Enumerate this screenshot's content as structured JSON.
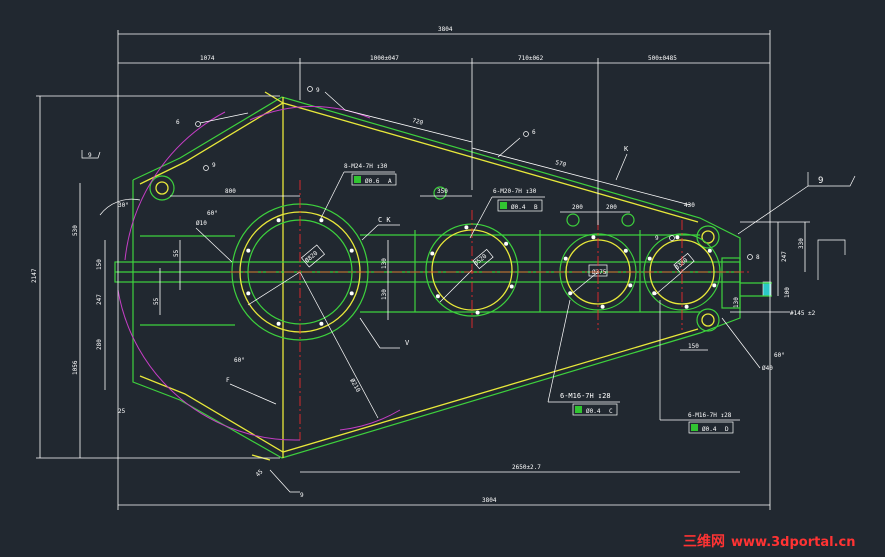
{
  "dims": {
    "overall_width_top": "3804",
    "overall_width_bottom": "3804",
    "seg_1074": "1074",
    "seg_1000": "1000±047",
    "seg_710": "710±062",
    "seg_500": "500±0485",
    "overall_height": "2147",
    "h_530": "530",
    "h_150": "150",
    "h_247": "247",
    "h_280": "280",
    "h_1056": "1056",
    "h_25": "25",
    "w_55a": "55",
    "w_55b": "55",
    "w_800": "800",
    "w_350": "350",
    "w_200a": "200",
    "w_200b": "200",
    "w_130a": "130",
    "w_130b": "130",
    "w_150": "150",
    "w_2650": "2650±2.7",
    "r_247": "247",
    "r_330": "330",
    "r_100": "100",
    "r_130": "130",
    "r_45": "45",
    "slope_720": "720",
    "slope_570": "570",
    "slope_430": "430",
    "ang_30": "30°",
    "label_k": "K",
    "bottom_145": "#145 ±2"
  },
  "bores": {
    "b1": "Ø820",
    "b2": "Ø520",
    "b3": "Ø375",
    "b4": "Ø380",
    "r_bottom": "Ø210"
  },
  "callouts": {
    "c1": "8-M24-7H ↧30",
    "c1_tol": "Ø0.6",
    "c1_ref": "A",
    "c2": "6-M20-7H ↧30",
    "c2_tol": "Ø0.4",
    "c2_ref": "B",
    "c3": "6-M16-7H ↧28",
    "c3_tol": "Ø0.4",
    "c3_ref": "C",
    "c4": "6-M16-7H ↧28",
    "c4_tol": "Ø0.4",
    "c4_ref": "D",
    "ek": "C K",
    "ev": "V"
  },
  "finish": {
    "f9_left": "9",
    "f6_top": "6",
    "f9_mid": "9",
    "f6_right": "6",
    "f9_topleft": "9",
    "f9_big": "9",
    "f9_bottom": "9",
    "f9_right": "9",
    "f8_right": "8"
  },
  "chamfers": {
    "ch1": "Ø10",
    "ch1_ang": "60°",
    "ch2": "Ø40",
    "ch2_ang": "60°",
    "ch3": "F",
    "ch3_ang": "60°"
  },
  "watermark": {
    "cn": "三维网",
    "url": "www.3dportal.cn"
  }
}
